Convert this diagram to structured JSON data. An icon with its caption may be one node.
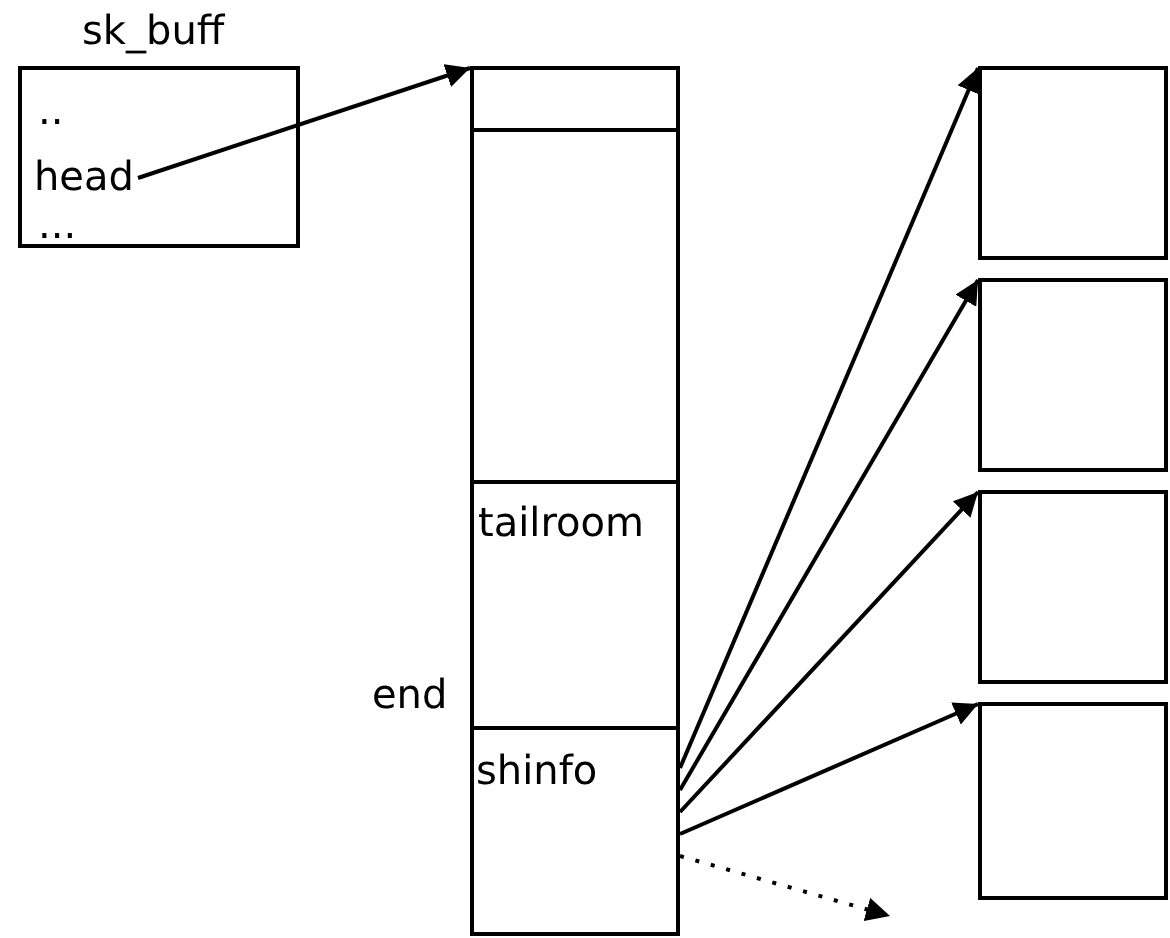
{
  "diagram": {
    "nodes": [
      {
        "text": [
          "sk_buff"
        ]
      },
      {
        "text": [
          "head"
        ],
        "in": 0
      },
      {
        "text": [],
        "shape": "box"
      },
      {
        "text": [],
        "shape": "box"
      },
      {
        "text": [],
        "shape": "box"
      },
      {
        "text": [
          "shinfo"
        ]
      },
      {
        "text": [],
        "shape": "box"
      },
      {
        "text": [],
        "shape": "box"
      },
      {
        "text": [],
        "shape": "box"
      },
      {
        "text": [],
        "shape": "box"
      }
    ],
    "edges": [
      {
        "from": 1,
        "to": 2,
        "arrow": "to"
      },
      {
        "from": 5,
        "to": 6,
        "arrow": "to"
      },
      {
        "from": 5,
        "to": 7,
        "arrow": "to"
      },
      {
        "from": 5,
        "to": 8,
        "arrow": "to"
      },
      {
        "from": 5,
        "to": 9,
        "arrow": "to"
      },
      {
        "from": 5,
        "to": null,
        "arrow": "to",
        "style": "dashed"
      }
    ],
    "labels": [
      "..",
      "...",
      "tailroom",
      "end"
    ]
  }
}
